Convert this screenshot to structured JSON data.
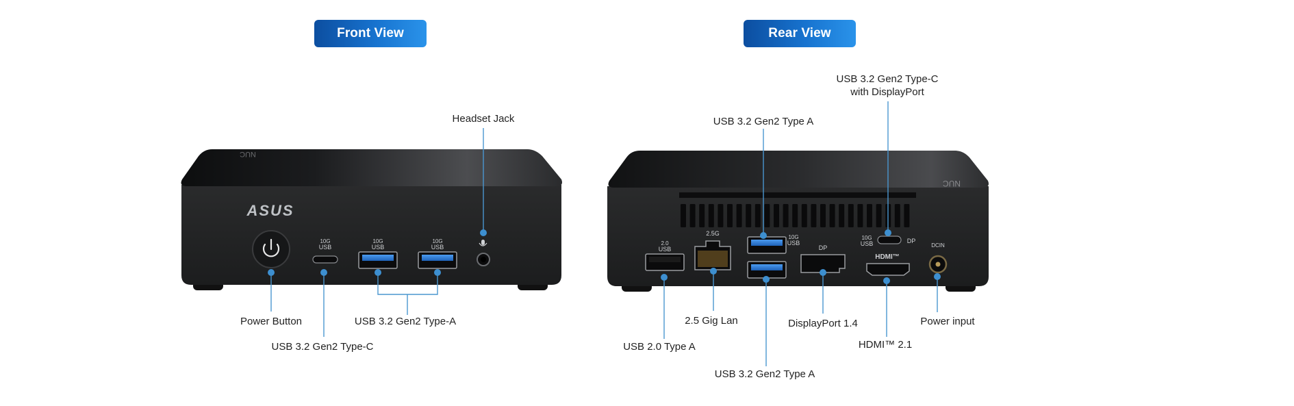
{
  "badges": {
    "front": "Front View",
    "rear": "Rear View"
  },
  "device_text": {
    "brand_logo": "ASUS",
    "lid_logo": "NUC",
    "port_10g": "10G",
    "port_usb": "USB",
    "port_20": "2.0",
    "port_25g": "2.5G",
    "port_dp": "DP",
    "port_hdmi": "HDMI™",
    "port_dcin": "DCIN"
  },
  "callouts": {
    "front": {
      "headset_jack": "Headset Jack",
      "power_button": "Power Button",
      "usb_c": "USB 3.2 Gen2 Type-C",
      "usb_a": "USB 3.2 Gen2 Type-A"
    },
    "rear": {
      "usb_c_dp_line1": "USB 3.2 Gen2 Type-C",
      "usb_c_dp_line2": "with DisplayPort",
      "usb_a_top": "USB 3.2 Gen2 Type A",
      "lan": "2.5 Gig Lan",
      "displayport": "DisplayPort 1.4",
      "power_input": "Power input",
      "usb20": "USB 2.0 Type A",
      "hdmi": "HDMI™ 2.1",
      "usb_a_bottom": "USB 3.2 Gen2 Type A"
    }
  },
  "colors": {
    "leader": "#4a96cf",
    "dot": "#3d8fd0",
    "badge_start": "#0c4ea0",
    "badge_end": "#2a93ea",
    "chassis": "#232425",
    "usb3_blue": "#2f7ed8"
  }
}
